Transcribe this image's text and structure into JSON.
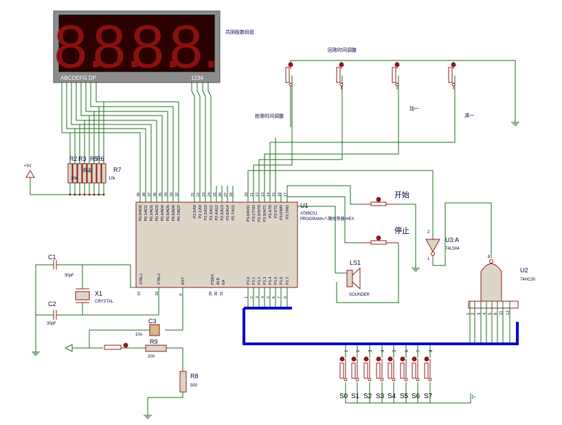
{
  "schematic": {
    "display": {
      "label": "共阴极数码管",
      "digit_glyph": "8.",
      "segment_pins": "ABCDEFG  DP",
      "digit_pins": "1234"
    },
    "mcu": {
      "ref": "U1",
      "part": "AT89C51",
      "program": "PROGRAM=八路抢答器.HEX",
      "pins_p0": [
        "P0.0/AD0",
        "P0.1/AD1",
        "P0.2/AD2",
        "P0.3/AD3",
        "P0.4/AD4",
        "P0.5/AD5",
        "P0.6/AD6",
        "P0.7/AD7"
      ],
      "pinnums_p0": [
        "39",
        "38",
        "37",
        "36",
        "35",
        "34",
        "33",
        "32"
      ],
      "pins_p2": [
        "P2.0/A8",
        "P2.1/A9",
        "P2.2/A10",
        "P2.3/A11",
        "P2.4/A12",
        "P2.5/A13",
        "P2.6/A14",
        "P2.7/A15"
      ],
      "pinnums_p2": [
        "21",
        "22",
        "23",
        "24",
        "25",
        "26",
        "27",
        "28"
      ],
      "pins_p3": [
        "P3.0/RXD",
        "P3.1/TXD",
        "P3.2/INT0",
        "P3.3/INT1",
        "P3.4/T0",
        "P3.5/T1",
        "P3.6/WR",
        "P3.7/RD"
      ],
      "pinnums_p3": [
        "10",
        "11",
        "12",
        "13",
        "14",
        "15",
        "16",
        "17"
      ],
      "pins_p1": [
        "P1.0",
        "P1.1",
        "P1.2",
        "P1.3",
        "P1.4",
        "P1.5",
        "P1.6",
        "P1.7"
      ],
      "pinnums_p1": [
        "1",
        "2",
        "3",
        "4",
        "5",
        "6",
        "7",
        "8"
      ],
      "pins_misc": [
        "XTAL1",
        "XTAL2",
        "RST",
        "PSEN",
        "ALE",
        "EA"
      ],
      "pinnums_misc": [
        "19",
        "18",
        "9",
        "29",
        "30",
        "31"
      ]
    },
    "labels": {
      "answer_time_adjust": "回答时间调整",
      "grab_time_adjust": "抢答时间调整",
      "plus_one": "加一",
      "minus_one": "减一",
      "start": "开始",
      "stop": "停止",
      "vcc": "+5V"
    },
    "resistors_top": {
      "refs": [
        "R2",
        "R3",
        "R4",
        "R5",
        "R6",
        "R7"
      ],
      "value_left": "10k",
      "value_right": "10k"
    },
    "components": {
      "c1": "C1",
      "c1_val": "30pF",
      "c2": "C2",
      "c2_val": "30pF",
      "x1": "X1",
      "x1_val": "CRYSTAL",
      "c3": "C3",
      "c3_val": "10u",
      "r9": "R9",
      "r9_val": "200",
      "r8": "R8",
      "r8_val": "500",
      "ls1": "LS1",
      "ls1_val": "SOUNDER",
      "u3": "U3:A",
      "u3_val": "74LS04",
      "u2": "U2",
      "u2_val": "74HC30"
    },
    "u3_pins": [
      "1",
      "2"
    ],
    "u2_pins": [
      "1",
      "2",
      "3",
      "4",
      "5",
      "6",
      "11",
      "12"
    ],
    "u2_out": "8",
    "switches": [
      "S0",
      "S1",
      "S2",
      "S3",
      "S4",
      "S5",
      "S6",
      "S7"
    ],
    "switch_pins": [
      "1",
      "2",
      "3",
      "4",
      "5",
      "6",
      "7",
      "8"
    ],
    "colors": {
      "wire": "#1a6b1a",
      "part": "#8b1a1a",
      "part_fill": "#ddd6c6",
      "display_bg": "#2a0000",
      "segment_lit": "#8a1010",
      "bus": "#0000cc",
      "text": "#000040"
    }
  }
}
